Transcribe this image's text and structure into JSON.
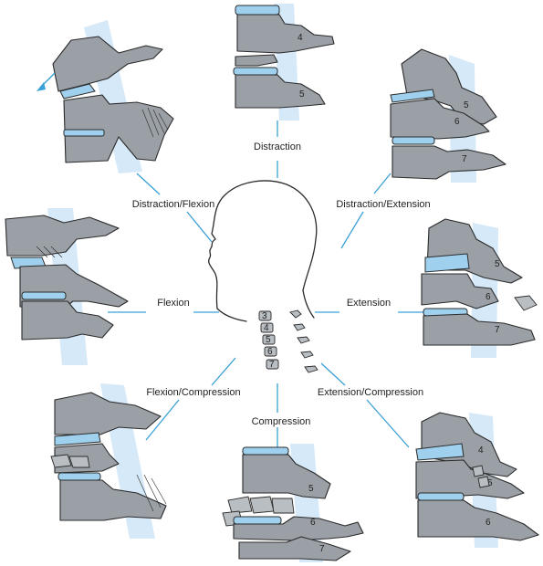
{
  "labels": {
    "distraction": "Distraction",
    "distraction_flexion": "Distraction/Flexion",
    "distraction_extension": "Distraction/Extension",
    "flexion": "Flexion",
    "extension": "Extension",
    "flexion_compression": "Flexion/Compression",
    "compression": "Compression",
    "extension_compression": "Extension/Compression"
  },
  "vertebra_numbers": {
    "neck": [
      "3",
      "4",
      "5",
      "6",
      "7"
    ],
    "distraction": [
      "4",
      "5"
    ],
    "distraction_extension": [
      "5",
      "6",
      "7"
    ],
    "extension": [
      "5",
      "6",
      "7"
    ],
    "compression": [
      "5",
      "6",
      "7"
    ],
    "extension_compression": [
      "4",
      "5",
      "6"
    ]
  },
  "colors": {
    "ray": "#3aa0d8",
    "disc": "#9fd0ee",
    "bone": "#9aa0a6",
    "cord": "#d6e9f8"
  }
}
